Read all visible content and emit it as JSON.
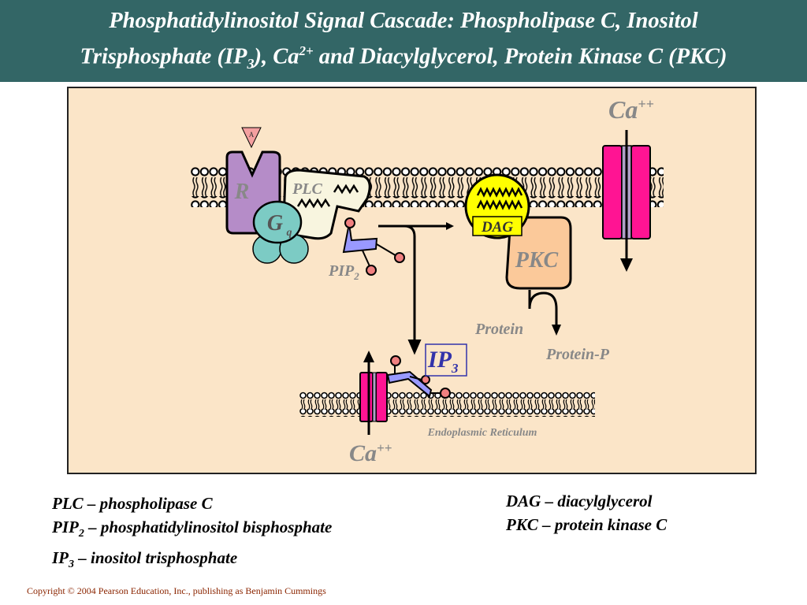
{
  "title": {
    "line1": "Phosphatidylinositol Signal Cascade:  Phospholipase C, Inositol",
    "line2_a": "Trisphosphate (IP",
    "line2_sub": "3",
    "line2_b": "), Ca",
    "line2_sup": "2+",
    "line2_c": "  and Diacylglycerol, Protein Kinase C (PKC)"
  },
  "diagram": {
    "receptor": "R",
    "agonist": "A",
    "gprotein": "G",
    "gprotein_sub": "q",
    "plc": "PLC",
    "pip2": "PIP",
    "pip2_sub": "2",
    "dag": "DAG",
    "pkc": "PKC",
    "protein": "Protein",
    "protein_p": "Protein-P",
    "ip3": "IP",
    "ip3_sub": "3",
    "ca_top": "Ca",
    "ca_top_sup": "++",
    "ca_bottom": "Ca",
    "ca_bottom_sup": "++",
    "er": "Endoplasmic Reticulum"
  },
  "legend_left": {
    "plc": "PLC – phospholipase C",
    "pip2_a": "PIP",
    "pip2_sub": "2",
    "pip2_b": " – phosphatidylinositol bisphosphate",
    "ip3_a": "IP",
    "ip3_sub": "3",
    "ip3_b": " – inositol trisphosphate"
  },
  "legend_right": {
    "dag": "DAG – diacylglycerol",
    "pkc": "PKC – protein kinase C"
  },
  "copyright": "Copyright © 2004 Pearson Education, Inc., publishing as Benjamin Cummings",
  "colors": {
    "header_bg": "#336666",
    "panel_bg": "#FBE5C8",
    "receptor": "#B58CC8",
    "gprotein": "#7CCBC4",
    "plc": "#F8F5DF",
    "dag": "#FFFF00",
    "pkc": "#FBC99A",
    "channel": "#FF1493",
    "pip": "#9999FF",
    "label_gray": "#888888",
    "ip3_blue": "#3333AA"
  }
}
